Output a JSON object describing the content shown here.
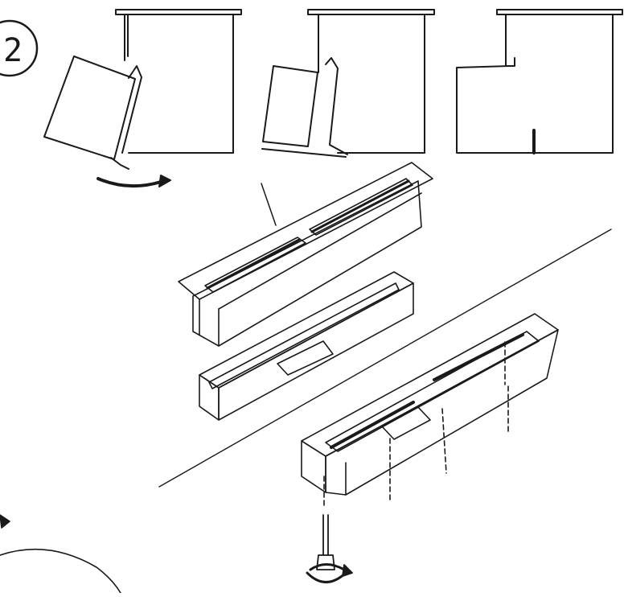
{
  "step": {
    "number": "2"
  },
  "panels": [
    {
      "name": "panel-slide-in"
    },
    {
      "name": "panel-pivot-up"
    },
    {
      "name": "panel-installed"
    }
  ],
  "colors": {
    "ink": "#1a1a1a",
    "paper": "#ffffff",
    "hatch": "#555555"
  },
  "icons": [
    "curved-arrow-icon",
    "rotate-arrow-icon",
    "adjustable-foot-icon"
  ]
}
